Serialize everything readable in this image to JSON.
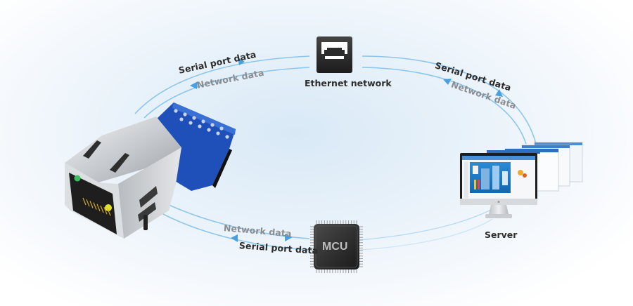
{
  "diagram": {
    "nodes": {
      "ethernet": {
        "label": "Ethernet network",
        "icon": "rj45-port-icon"
      },
      "server": {
        "label": "Server",
        "icon": "monitor-icon"
      },
      "mcu": {
        "label": "MCU",
        "icon": "microchip-icon"
      },
      "module": {
        "label": "",
        "icon": "ethernet-module-icon"
      }
    },
    "flows": {
      "module_to_ethernet": {
        "upper": "Serial port data",
        "lower": "Network data"
      },
      "ethernet_to_server": {
        "upper": "Serial port data",
        "lower": "Network data"
      },
      "module_to_mcu": {
        "upper": "Network data",
        "lower": "Serial port data"
      }
    },
    "colors": {
      "arc": "#8cc6ec",
      "arrow": "#4a9fe0",
      "chip": "#2a2a2a",
      "pcb": "#1f4fb8",
      "label_dark": "#2b2b2b",
      "label_grey": "#8a8d91"
    }
  }
}
